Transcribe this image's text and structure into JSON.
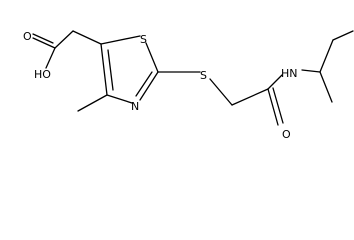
{
  "molecule": {
    "atoms": {
      "sulfur_ring": "S",
      "nitrogen_ring": "N",
      "sulfur_thioether": "S",
      "oxygen_acid_carbonyl": "O",
      "hydroxyl": "HO",
      "oxygen_amide": "O",
      "amide_nh": "HN"
    }
  },
  "colors": {
    "bond": "#000000",
    "background": "#ffffff"
  }
}
